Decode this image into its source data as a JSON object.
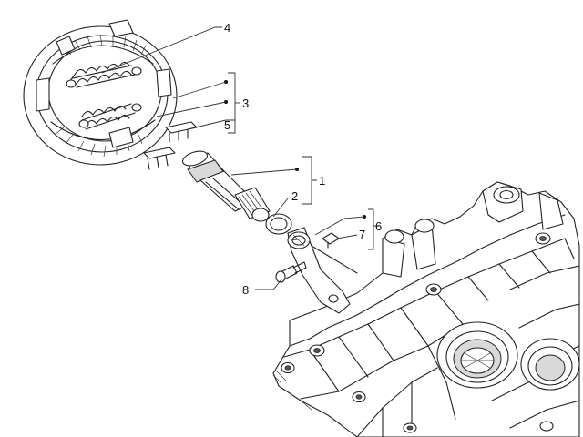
{
  "callouts": {
    "c1": "1",
    "c2": "2",
    "c3": "3",
    "c4": "4",
    "c5": "5",
    "c6": "6",
    "c7": "7",
    "c8": "8"
  },
  "parts": {
    "brake_shoes": "brake-shoe-assembly",
    "springs": "return-springs",
    "spring_clip": "spring-clip",
    "brake_cam": "brake-cam-shaft",
    "seal_ring": "seal-ring",
    "brake_lever": "brake-lever",
    "lever_clip": "lever-clip",
    "lever_bolt": "lever-bolt",
    "crankcase": "engine-crankcase-cover"
  }
}
